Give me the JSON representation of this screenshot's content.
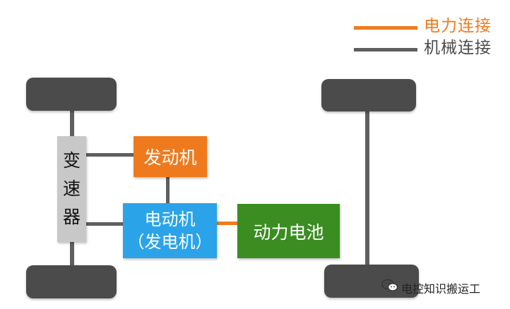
{
  "legend": {
    "electric_label": "电力连接",
    "mechanical_label": "机械连接"
  },
  "components": {
    "transmission": [
      "变",
      "速",
      "器"
    ],
    "engine": "发动机",
    "motor_line1": "电动机",
    "motor_line2": "（发电机）",
    "battery": "动力电池"
  },
  "watermark": {
    "text": "电控知识搬运工",
    "icon": "wechat-icon"
  },
  "colors": {
    "electric_connection": "#f07b1e",
    "mechanical_connection": "#5f5f5f",
    "engine_box": "#ef7a1e",
    "motor_box": "#2ba3e8",
    "battery_box": "#3b8d22",
    "transmission_box": "#c8c8c8",
    "wheel": "#4b4b4b"
  }
}
